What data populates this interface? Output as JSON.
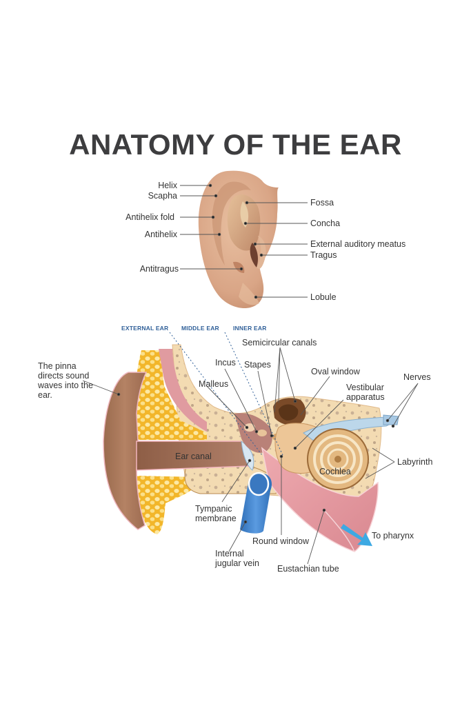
{
  "title": "ANATOMY OF THE EAR",
  "outer_ear": {
    "left_labels": [
      {
        "id": "helix",
        "text": "Helix"
      },
      {
        "id": "scapha",
        "text": "Scapha"
      },
      {
        "id": "antihelix-fold",
        "text": "Antihelix fold"
      },
      {
        "id": "antihelix",
        "text": "Antihelix"
      },
      {
        "id": "antitragus",
        "text": "Antitragus"
      }
    ],
    "right_labels": [
      {
        "id": "fossa",
        "text": "Fossa"
      },
      {
        "id": "concha",
        "text": "Concha"
      },
      {
        "id": "external-auditory-meatus",
        "text": "External auditory meatus"
      },
      {
        "id": "tragus",
        "text": "Tragus"
      },
      {
        "id": "lobule",
        "text": "Lobule"
      }
    ]
  },
  "cross_section": {
    "regions": [
      "EXTERNAL EAR",
      "MIDDLE EAR",
      "INNER EAR"
    ],
    "pinna_note": "The pinna directs sound waves into the ear.",
    "labels": {
      "semicircular_canals": "Semicircular canals",
      "incus": "Incus",
      "stapes": "Stapes",
      "malleus": "Malleus",
      "oval_window": "Oval window",
      "vestibular_apparatus": "Vestibular apparatus",
      "nerves": "Nerves",
      "ear_canal": "Ear canal",
      "cochlea": "Cochlea",
      "labyrinth": "Labyrinth",
      "tympanic_membrane": "Tympanic membrane",
      "round_window": "Round window",
      "to_pharynx": "To pharynx",
      "internal_jugular_vein": "Internal jugular vein",
      "eustachian_tube": "Eustachian tube"
    }
  },
  "colors": {
    "title": "#3d3d3f",
    "skin": "#d9a788",
    "skin_dark": "#a86e50",
    "bone": "#f1d6ab",
    "fat": "#f5c73c",
    "muscle_pink": "#e6a0a8",
    "vein_blue": "#3d7fc7",
    "region_text": "#2f5f98",
    "pharynx_arrow": "#3da9e3"
  }
}
